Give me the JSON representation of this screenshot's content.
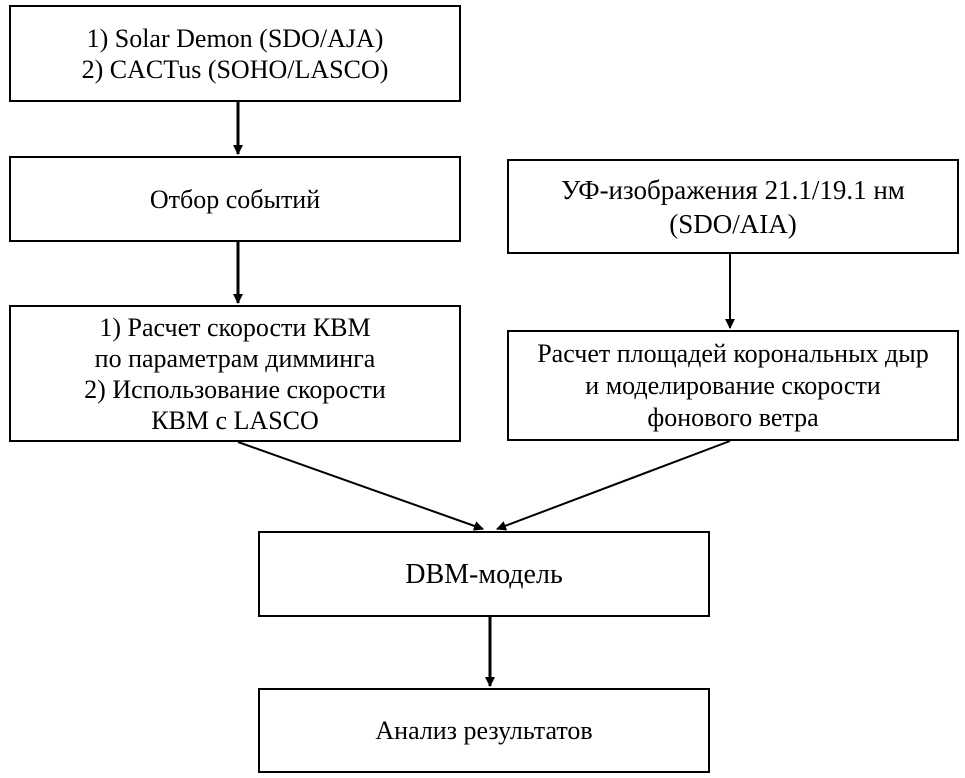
{
  "boxes": {
    "sources": {
      "line1": "1) Solar Demon (SDO/AJA)",
      "line2": "2) CACTus (SOHO/LASCO)"
    },
    "selection": {
      "line1": "Отбор событий"
    },
    "euv_images": {
      "line1": "УФ-изображения 21.1/19.1 нм",
      "line2": "(SDO/AIA)"
    },
    "cme_speed": {
      "line1": "1) Расчет скорости КВМ",
      "line2": "по параметрам димминга",
      "line3": "2) Использование скорости",
      "line4": "КВМ с LASCO"
    },
    "coronal_holes": {
      "line1": "Расчет площадей корональных дыр",
      "line2": "и моделирование скорости",
      "line3": "фонового ветра"
    },
    "dbm": {
      "line1": "DBM-модель"
    },
    "analysis": {
      "line1": "Анализ результатов"
    }
  }
}
